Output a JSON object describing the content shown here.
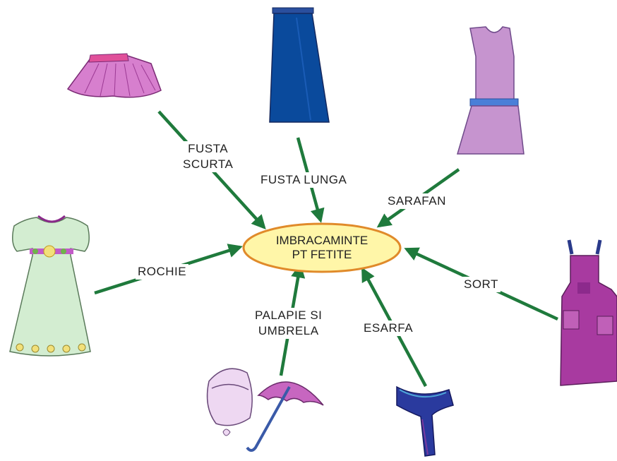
{
  "center": {
    "line1": "IMBRACAMINTE",
    "line2": "PT FETITE"
  },
  "items": [
    {
      "id": "fusta-scurta",
      "line1": "FUSTA",
      "line2": "SCURTA"
    },
    {
      "id": "fusta-lunga",
      "line1": "FUSTA LUNGA"
    },
    {
      "id": "sarafan",
      "line1": "SARAFAN"
    },
    {
      "id": "rochie",
      "line1": "ROCHIE"
    },
    {
      "id": "sort",
      "line1": "SORT"
    },
    {
      "id": "palarie",
      "line1": "PALAPIE SI",
      "line2": "UMBRELA"
    },
    {
      "id": "esarfa",
      "line1": "ESARFA"
    }
  ],
  "colors": {
    "arrow": "#1f7a3c",
    "ellipse_fill": "#fff6a8",
    "ellipse_stroke": "#e08a2a"
  }
}
